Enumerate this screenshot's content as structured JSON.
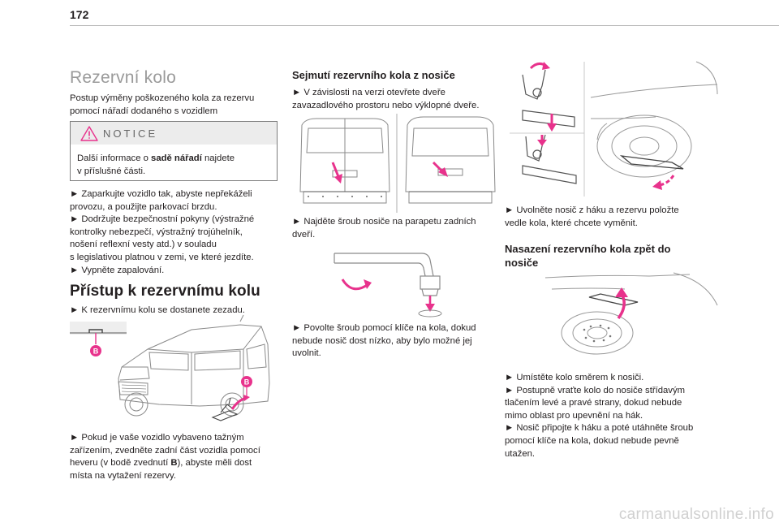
{
  "page": {
    "number": "172"
  },
  "col1": {
    "title": "Rezervní kolo",
    "intro": [
      "Postup výměny poškozeného kola za rezervu",
      "pomocí nářadí dodaného s vozidlem"
    ],
    "notice": {
      "title": "NOTICE",
      "line1_pre": "Další informace o ",
      "line1_bold": "sadě nářadí",
      "line1_post": " najdete",
      "line2": "v příslušné části."
    },
    "steps": [
      "► Zaparkujte vozidlo tak, abyste nepřekáželi",
      "provozu, a použijte parkovací brzdu.",
      "► Dodržujte bezpečnostní pokyny (výstražné",
      "kontrolky nebezpečí, výstražný trojúhelník,",
      "nošení reflexní vesty atd.) v souladu",
      "s legislativou platnou v zemi, ve které jezdíte.",
      "► Vypněte zapalování."
    ],
    "heading2": "Přístup k rezervnímu kolu",
    "access": "► K rezervnímu kolu se dostanete zezadu.",
    "figure_label": "B",
    "towbar": {
      "line1": "► Pokud je vaše vozidlo vybaveno tažným",
      "line2": "zařízením, zvedněte zadní část vozidla pomocí",
      "line3_pre": "heveru (v bodě zvednutí ",
      "line3_bold": "B",
      "line3_post": "), abyste měli dost",
      "line4": "místa na vytažení rezervy."
    }
  },
  "col2": {
    "heading": "Sejmutí rezervního kola z nosiče",
    "step1": [
      "► V závislosti na verzi otevřete dveře",
      "zavazadlového prostoru nebo výklopné dveře."
    ],
    "step2": [
      "► Najděte šroub nosiče na parapetu zadních",
      "dveří."
    ],
    "step3": [
      "► Povolte šroub pomocí klíče na kola, dokud",
      "nebude nosič dost nízko, aby bylo možné jej",
      "uvolnit."
    ]
  },
  "col3": {
    "step1": [
      "► Uvolněte nosič z háku a rezervu položte",
      "vedle kola, které chcete vyměnit."
    ],
    "heading": [
      "Nasazení rezervního kola zpět do",
      "nosiče"
    ],
    "steps": [
      "► Umístěte kolo směrem k nosiči.",
      "► Postupně vraťte kolo do nosiče střídavým",
      "tlačením levé a pravé strany, dokud nebude",
      "mimo oblast pro upevnění na hák.",
      "► Nosič připojte k háku a poté utáhněte šroub",
      "pomocí klíče na kola, dokud nebude pevně",
      "utažen."
    ]
  },
  "footer": {
    "watermark": "carmanualsonline.info"
  },
  "colors": {
    "accent_pink": "#e8328c",
    "text": "#231f20",
    "line_art": "#8a8a8a"
  }
}
